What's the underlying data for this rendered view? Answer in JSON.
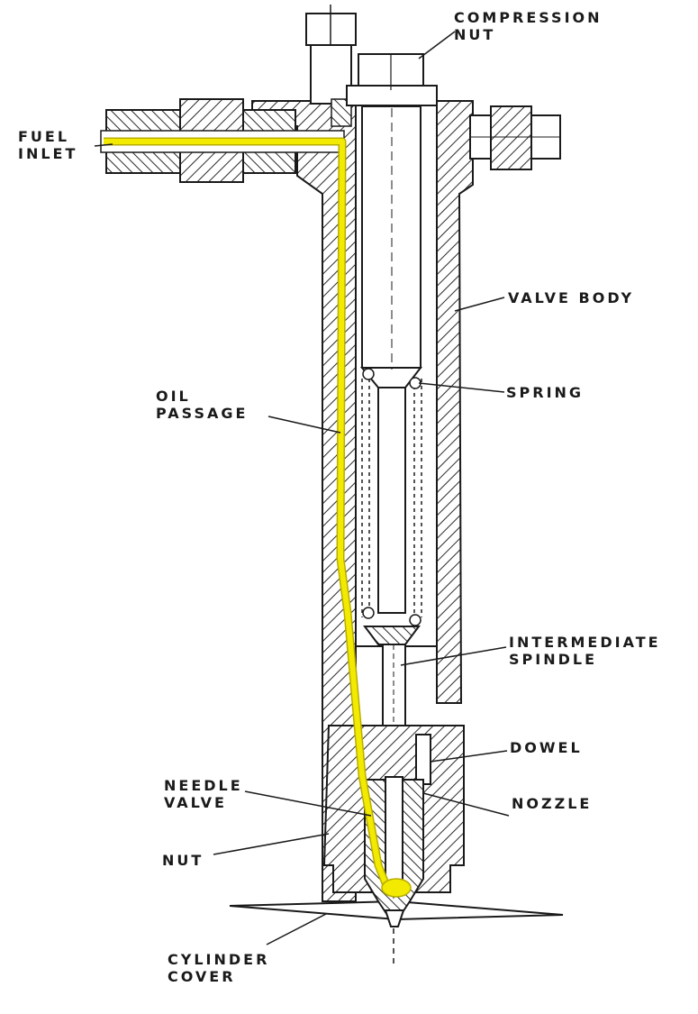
{
  "labels": {
    "compression_nut": [
      "COMPRESSION",
      "NUT"
    ],
    "fuel_inlet": [
      "FUEL",
      "INLET"
    ],
    "valve_body": [
      "VALVE BODY"
    ],
    "spring": [
      "SPRING"
    ],
    "oil_passage": [
      "OIL",
      "PASSAGE"
    ],
    "intermediate_spindle": [
      "INTERMEDIATE",
      "SPINDLE"
    ],
    "dowel": [
      "DOWEL"
    ],
    "needle_valve": [
      "NEEDLE",
      "VALVE"
    ],
    "nozzle": [
      "NOZZLE"
    ],
    "nut": [
      "NUT"
    ],
    "cylinder_cover": [
      "CYLINDER",
      "COVER"
    ]
  },
  "colors": {
    "fuel": "#f2ea00",
    "fuel_edge": "#b8ad00",
    "line": "#1a1a1a",
    "hatch": "#2a2a2a",
    "paper": "#ffffff",
    "bore": "#ececec"
  }
}
